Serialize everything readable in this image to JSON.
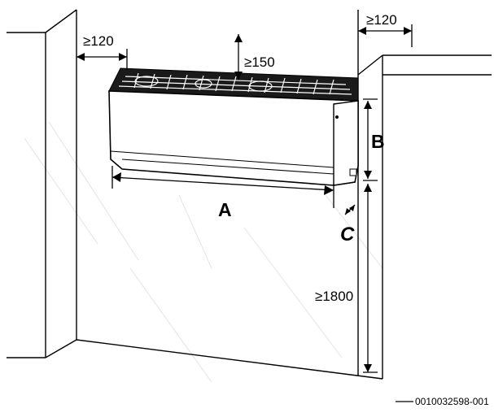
{
  "dimensions": {
    "left_clearance": "≥120",
    "top_clearance": "≥150",
    "right_clearance": "≥120",
    "floor_clearance": "≥1800"
  },
  "labels": {
    "width": "A",
    "height": "B",
    "depth": "C"
  },
  "reference_code": "0010032598-001",
  "colors": {
    "line": "#000000",
    "unit_grille": "#111111",
    "watermark": "#cccccc"
  }
}
